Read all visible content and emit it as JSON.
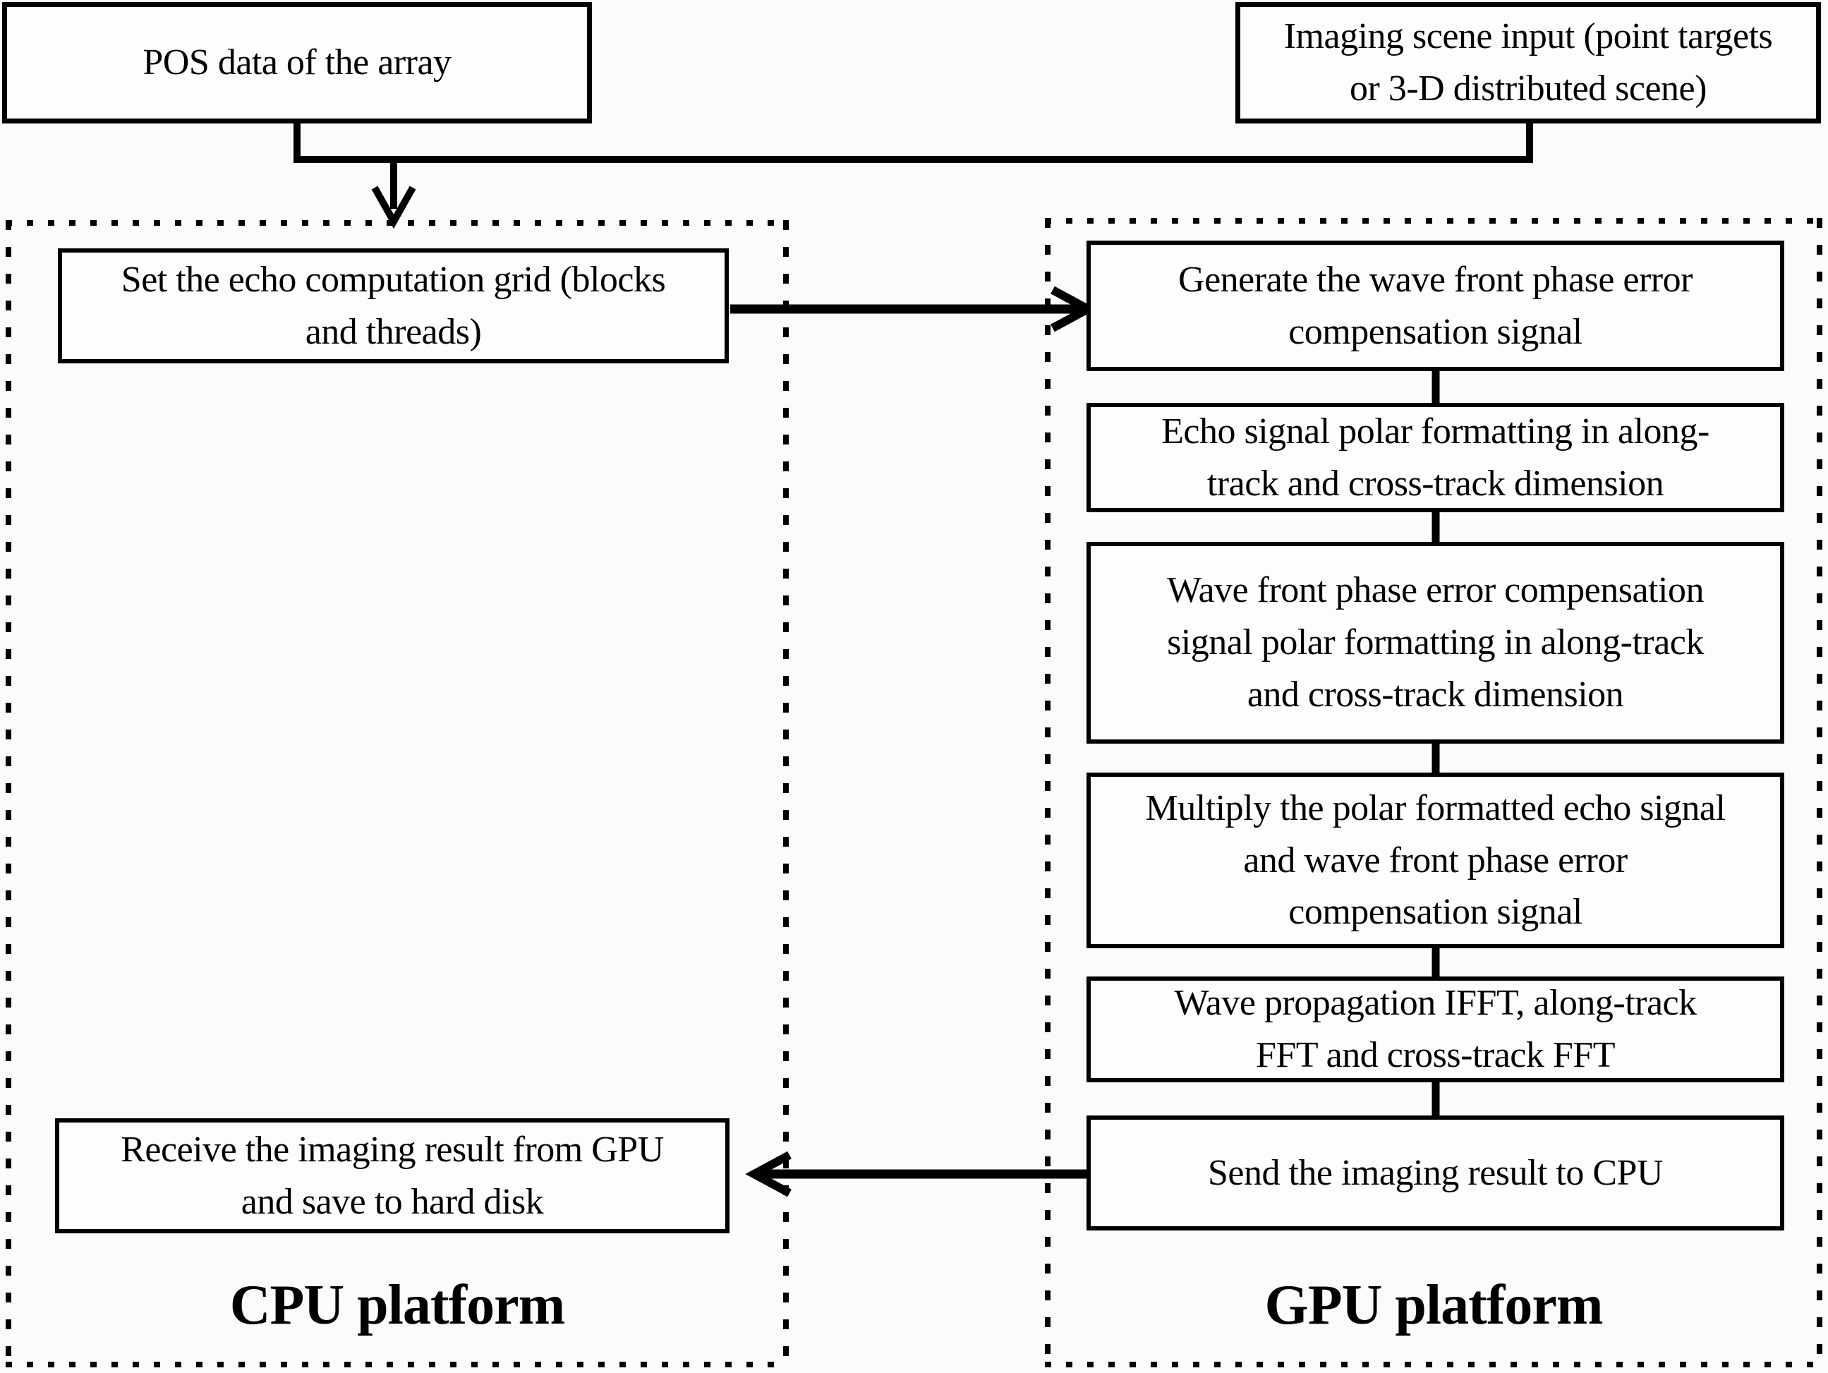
{
  "figure": {
    "inputs": {
      "pos_box": "POS data of the array",
      "imaging_box": "Imaging scene input (point targets\nor 3-D distributed scene)"
    },
    "cpu": {
      "label": "CPU platform",
      "steps": [
        {
          "text": "Set the echo computation grid (blocks\nand threads)"
        },
        {
          "text": "Receive the imaging result from GPU\nand save to hard disk"
        }
      ]
    },
    "gpu": {
      "label": "GPU platform",
      "steps": [
        {
          "text": "Generate the wave front phase error\ncompensation signal"
        },
        {
          "text": "Echo signal polar formatting in along-\ntrack and cross-track dimension"
        },
        {
          "text": "Wave front phase error compensation\nsignal polar formatting in along-track\nand cross-track dimension"
        },
        {
          "text": "Multiply the polar formatted echo signal\nand  wave front phase error\ncompensation  signal"
        },
        {
          "text": "Wave propagation IFFT, along-track\nFFT and cross-track FFT"
        },
        {
          "text": "Send the imaging result to CPU"
        }
      ]
    },
    "colors": {
      "ink": "#000000",
      "background": "#fbfbfb",
      "box_fill": "#fdfdfd"
    }
  }
}
